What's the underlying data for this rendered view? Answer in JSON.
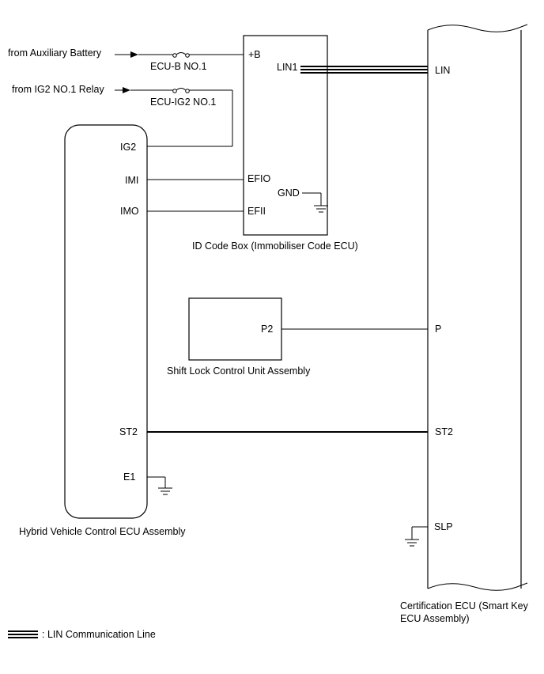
{
  "sources": {
    "aux_battery": "from Auxiliary Battery",
    "ig2_relay": "from IG2 NO.1 Relay"
  },
  "fuses": {
    "ecu_b": "ECU-B NO.1",
    "ecu_ig2": "ECU-IG2 NO.1"
  },
  "id_code_box": {
    "name": "ID Code Box (Immobiliser Code ECU)",
    "pins": {
      "b": "+B",
      "lin1": "LIN1",
      "efio": "EFIO",
      "efii": "EFII",
      "gnd": "GND"
    }
  },
  "hv_ecu": {
    "name": "Hybrid Vehicle Control ECU Assembly",
    "pins": {
      "ig2": "IG2",
      "imi": "IMI",
      "imo": "IMO",
      "st2": "ST2",
      "e1": "E1"
    }
  },
  "shift_lock": {
    "name": "Shift Lock Control Unit Assembly",
    "pins": {
      "p2": "P2"
    }
  },
  "cert_ecu": {
    "name_line1": "Certification ECU (Smart Key",
    "name_line2": "ECU Assembly)",
    "pins": {
      "lin": "LIN",
      "p": "P",
      "st2": "ST2",
      "slp": "SLP"
    }
  },
  "legend": {
    "lin_line": ": LIN Communication Line"
  }
}
